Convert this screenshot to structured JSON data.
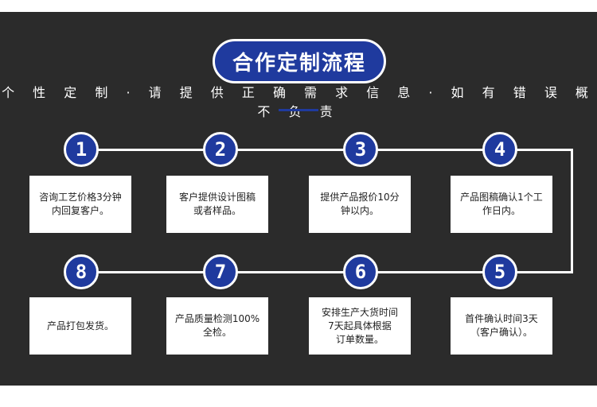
{
  "header": {
    "title": "合作定制流程",
    "subtitle": "个 性 定 制 · 请 提 供 正 确 需 求 信 息 · 如 有 错 误 概 不 负 责"
  },
  "colors": {
    "background": "#2b2b2b",
    "accent": "#1f3a9e",
    "line": "#ffffff"
  },
  "steps": [
    {
      "number": "1",
      "text": "咨询工艺价格3分钟\n内回复客户。"
    },
    {
      "number": "2",
      "text": "客户提供设计图稿\n或者样品。"
    },
    {
      "number": "3",
      "text": "提供产品报价10分\n钟以内。"
    },
    {
      "number": "4",
      "text": "产品图稿确认1个工\n作日内。"
    },
    {
      "number": "5",
      "text": "首件确认时间3天\n（客户确认）。"
    },
    {
      "number": "6",
      "text": "安排生产大货时间\n7天起具体根据\n订单数量。"
    },
    {
      "number": "7",
      "text": "产品质量检测100%\n全检。"
    },
    {
      "number": "8",
      "text": "产品打包发货。"
    }
  ]
}
